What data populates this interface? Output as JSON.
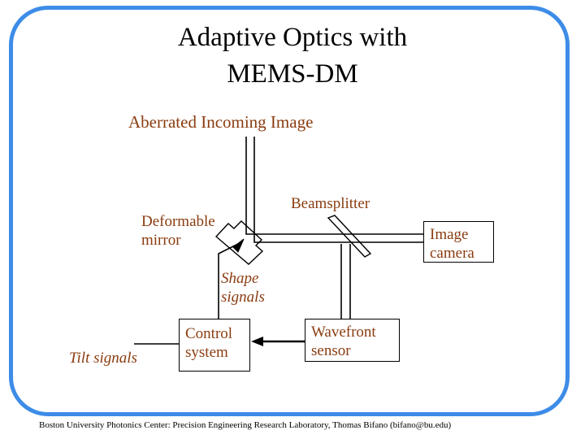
{
  "slide": {
    "title_line1": "Adaptive Optics with",
    "title_line2": "MEMS-DM",
    "border_color": "#3d8ce8",
    "label_color": "#8a3c10",
    "background": "#ffffff"
  },
  "diagram": {
    "labels": {
      "aberrated_incoming_image": "Aberrated Incoming Image",
      "beamsplitter": "Beamsplitter",
      "deformable_mirror_line1": "Deformable",
      "deformable_mirror_line2": "mirror",
      "shape_signals_line1": "Shape",
      "shape_signals_line2": "signals",
      "tilt_signals": "Tilt signals"
    },
    "boxes": {
      "image_camera_line1": "Image",
      "image_camera_line2": "camera",
      "control_system_line1": "Control",
      "control_system_line2": "system",
      "wavefront_sensor_line1": "Wavefront",
      "wavefront_sensor_line2": "sensor"
    }
  },
  "footer": {
    "credit": "Boston University Photonics Center: Precision Engineering Research Laboratory, Thomas Bifano (bifano@bu.edu)"
  }
}
